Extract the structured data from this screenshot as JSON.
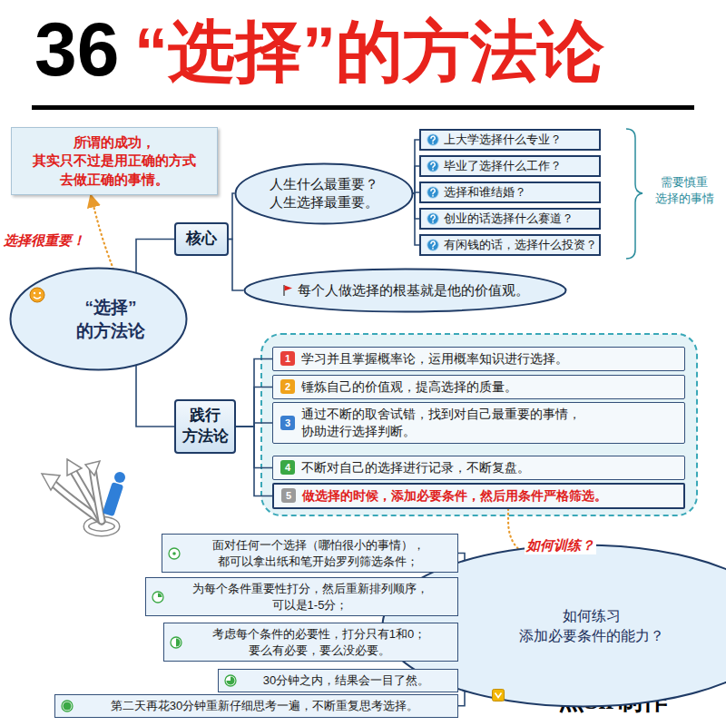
{
  "diagram": {
    "title": "“选择”的方法论",
    "nodes": [
      {
        "text": [
          "“选择” 的方法论"
        ]
      },
      {
        "text": [
          "所谓的成功， 其实只不过是用正确的方式 去做正确的事情。"
        ]
      },
      {
        "text": [
          "核心"
        ]
      },
      {
        "text": [
          "人生什么最重要？ 人生选择最重要。"
        ]
      },
      {
        "text": [
          "上大学选择什么专业？"
        ]
      },
      {
        "text": [
          "毕业了选择什么工作？"
        ]
      },
      {
        "text": [
          "选择和谁结婚？"
        ]
      },
      {
        "text": [
          "创业的话选择什么赛道？"
        ]
      },
      {
        "text": [
          "有闲钱的话，选择什么投资？"
        ]
      },
      {
        "text": [
          "每个人做选择的根基就是他的价值观。"
        ]
      },
      {
        "text": [
          "践行 方法论"
        ]
      },
      {
        "text": [
          "1",
          "学习并且掌握概率论，运用概率知识进行选择。"
        ]
      },
      {
        "text": [
          "2",
          "锤炼自己的价值观，提高选择的质量。"
        ]
      },
      {
        "text": [
          "3",
          "通过不断的取舍试错，找到对自己最重要的事情， 协助进行选择判断。"
        ]
      },
      {
        "text": [
          "4",
          "不断对自己的选择进行记录，不断复盘。"
        ]
      },
      {
        "text": [
          "5",
          "做选择的时候，添加必要条件，然后用条件严格筛选。"
        ]
      },
      {
        "text": [
          "如何练习 添加必要条件的能力？"
        ]
      },
      {
        "text": [
          "面对任何一个选择（哪怕很小的事情）， 都可以拿出纸和笔开始罗列筛选条件；"
        ]
      },
      {
        "text": [
          "为每个条件重要性打分，然后重新排列顺序， 可以是1-5分；"
        ]
      },
      {
        "text": [
          "考虑每个条件的必要性，打分只有1和0； 要么有必要，要么没必要。"
        ]
      },
      {
        "text": [
          "30分钟之内，结果会一目了然。"
        ]
      },
      {
        "text": [
          "第二天再花30分钟重新仔细思考一遍，不断重复思考选择。"
        ]
      }
    ],
    "edges": [
      {
        "from": 0,
        "to": 1,
        "arrow": "to",
        "label": "选择很重要！"
      },
      {
        "from": 0,
        "to": 2,
        "arrow": "none"
      },
      {
        "from": 0,
        "to": 10,
        "arrow": "none"
      },
      {
        "from": 2,
        "to": 3,
        "arrow": "none"
      },
      {
        "from": 2,
        "to": 9,
        "arrow": "none"
      },
      {
        "from": 3,
        "to": 4,
        "arrow": "none"
      },
      {
        "from": 3,
        "to": 5,
        "arrow": "none"
      },
      {
        "from": 3,
        "to": 6,
        "arrow": "none"
      },
      {
        "from": 3,
        "to": 7,
        "arrow": "none"
      },
      {
        "from": 3,
        "to": 8,
        "arrow": "none"
      },
      {
        "from": 10,
        "to": 11,
        "arrow": "none"
      },
      {
        "from": 10,
        "to": 12,
        "arrow": "none"
      },
      {
        "from": 10,
        "to": 13,
        "arrow": "none"
      },
      {
        "from": 10,
        "to": 14,
        "arrow": "none"
      },
      {
        "from": 10,
        "to": 15,
        "arrow": "none"
      },
      {
        "from": 15,
        "to": 16,
        "arrow": "to",
        "label": "如何训练？"
      },
      {
        "from": 16,
        "to": 17,
        "arrow": "none"
      },
      {
        "from": 16,
        "to": 18,
        "arrow": "none"
      },
      {
        "from": 16,
        "to": 19,
        "arrow": "none"
      },
      {
        "from": 16,
        "to": 20,
        "arrow": "none"
      },
      {
        "from": 16,
        "to": 21,
        "arrow": "none"
      }
    ],
    "labels": [
      "36",
      "需要慎重 选择的事情",
      "杰Sir制作"
    ]
  }
}
